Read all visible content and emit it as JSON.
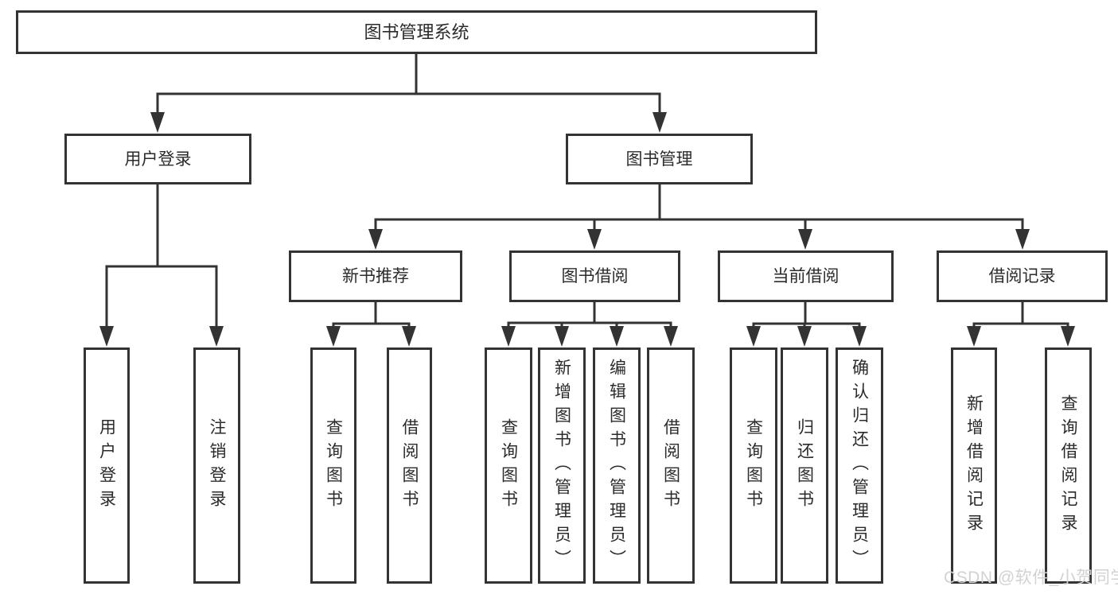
{
  "title": "图书管理系统",
  "watermark": "CSDN @软件_小贺同学",
  "colors": {
    "line": "#333333",
    "text": "#2b2b2b",
    "node_fill": "#ffffff",
    "background": "#ffffff",
    "watermark": "#d2d2d2"
  },
  "nodes": {
    "root": {
      "label": "图书管理系统",
      "parent": null
    },
    "user_login": {
      "label": "用户登录",
      "parent": "root"
    },
    "book_mgmt": {
      "label": "图书管理",
      "parent": "root"
    },
    "new_book_rec": {
      "label": "新书推荐",
      "parent": "book_mgmt"
    },
    "book_borrow": {
      "label": "图书借阅",
      "parent": "book_mgmt"
    },
    "current_borrow": {
      "label": "当前借阅",
      "parent": "book_mgmt"
    },
    "borrow_record": {
      "label": "借阅记录",
      "parent": "book_mgmt"
    },
    "login_user": {
      "label": "用户登录",
      "parent": "user_login"
    },
    "logout_user": {
      "label": "注销登录",
      "parent": "user_login"
    },
    "rec_query_book": {
      "label": "查询图书",
      "parent": "new_book_rec"
    },
    "rec_borrow_book": {
      "label": "借阅图书",
      "parent": "new_book_rec"
    },
    "borrow_query_book": {
      "label": "查询图书",
      "parent": "book_borrow"
    },
    "borrow_add_book": {
      "label": "新增图书（管理员）",
      "parent": "book_borrow"
    },
    "borrow_edit_book": {
      "label": "编辑图书（管理员）",
      "parent": "book_borrow"
    },
    "borrow_borrow_book": {
      "label": "借阅图书",
      "parent": "book_borrow"
    },
    "current_query_book": {
      "label": "查询图书",
      "parent": "current_borrow"
    },
    "current_return_book": {
      "label": "归还图书",
      "parent": "current_borrow"
    },
    "current_confirm_return": {
      "label": "确认归还（管理员）",
      "parent": "current_borrow"
    },
    "record_add": {
      "label": "新增借阅记录",
      "parent": "borrow_record"
    },
    "record_query": {
      "label": "查询借阅记录",
      "parent": "borrow_record"
    }
  }
}
